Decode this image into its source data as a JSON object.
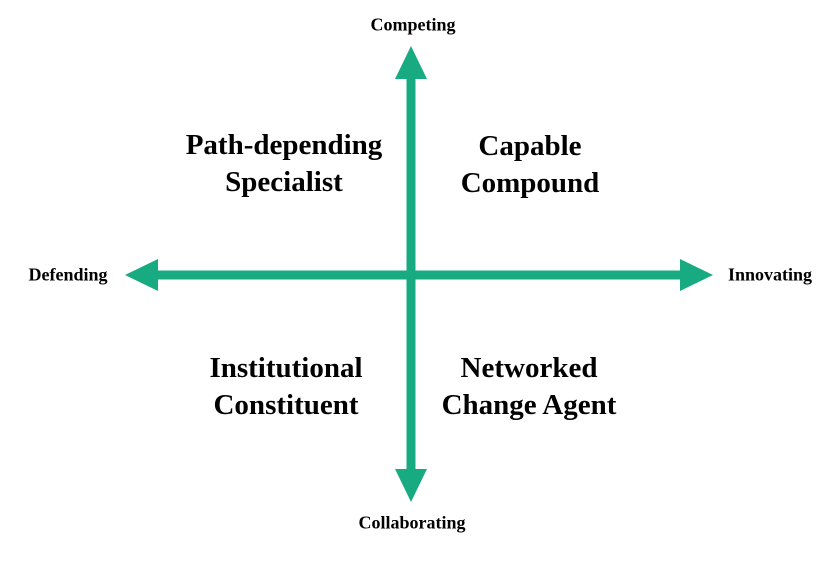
{
  "colors": {
    "axis": "#18AB82",
    "text": "#000000",
    "background": "#FFFFFF"
  },
  "axes": {
    "vertical": {
      "top_label": "Competing",
      "bottom_label": "Collaborating"
    },
    "horizontal": {
      "left_label": "Defending",
      "right_label": "Innovating"
    }
  },
  "quadrants": {
    "top_left": {
      "line1": "Path-depending",
      "line2": "Specialist"
    },
    "top_right": {
      "line1": "Capable",
      "line2": "Compound"
    },
    "bottom_left": {
      "line1": "Institutional",
      "line2": "Constituent"
    },
    "bottom_right": {
      "line1": "Networked",
      "line2": "Change Agent"
    }
  }
}
